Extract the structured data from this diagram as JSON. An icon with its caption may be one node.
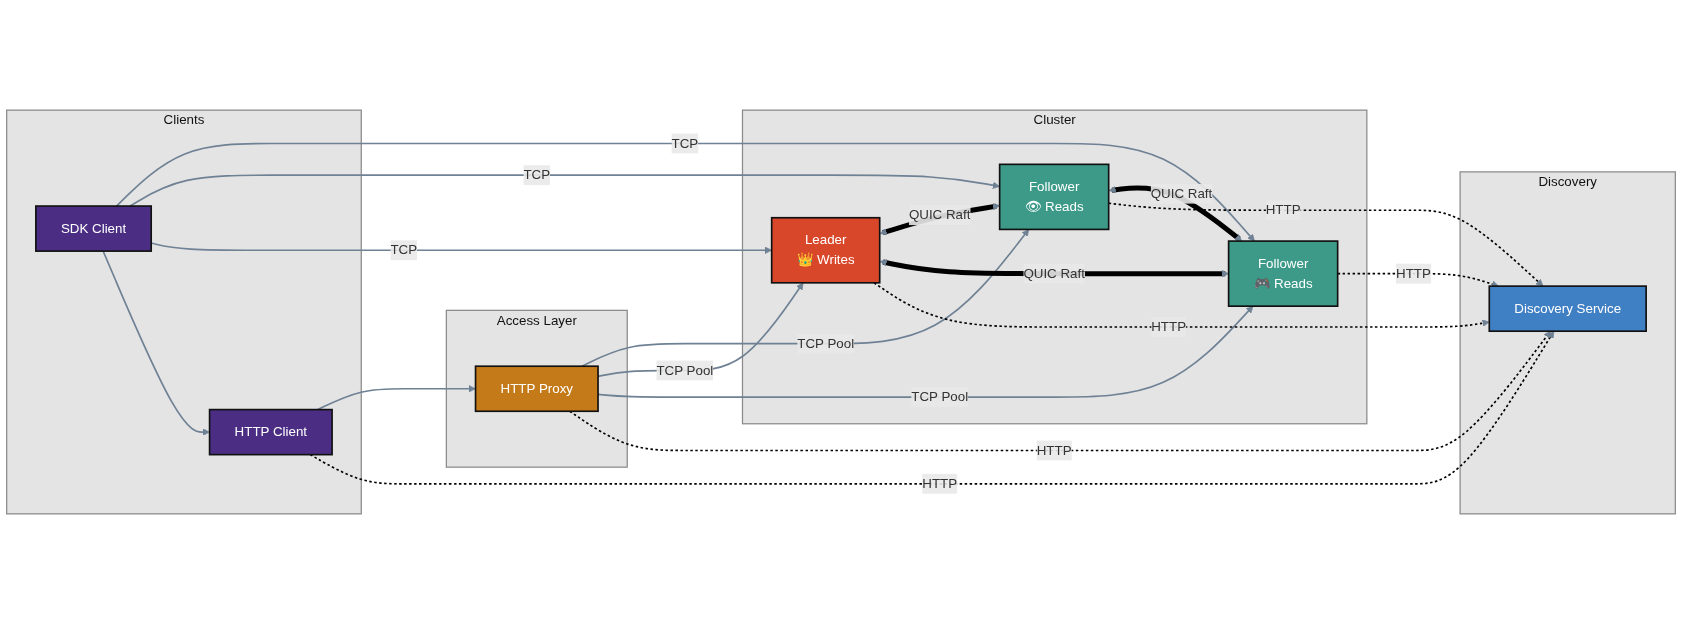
{
  "diagram": {
    "nodes": [
      {
        "text": [
          "Clients"
        ]
      },
      {
        "text": [
          "SDK Client"
        ],
        "in": 0
      },
      {
        "text": [
          "HTTP Client"
        ],
        "in": 0
      },
      {
        "text": [
          "Access Layer"
        ]
      },
      {
        "text": [
          "HTTP Proxy"
        ],
        "in": 3
      },
      {
        "text": [
          "Cluster"
        ]
      },
      {
        "text": [
          "Leader",
          "👑 Writes"
        ],
        "in": 5
      },
      {
        "text": [
          "Follower",
          "👁 Reads"
        ],
        "in": 5
      },
      {
        "text": [
          "Follower",
          "🎮 Reads"
        ],
        "in": 5
      },
      {
        "text": [
          "Discovery"
        ]
      },
      {
        "text": [
          "Discovery Service"
        ],
        "in": 9
      }
    ],
    "edges": [
      {
        "from": 1,
        "to": 8,
        "arrow": "to",
        "label": "TCP"
      },
      {
        "from": 1,
        "to": 7,
        "arrow": "to",
        "label": "TCP"
      },
      {
        "from": 1,
        "to": 6,
        "arrow": "to",
        "label": "TCP"
      },
      {
        "from": 1,
        "to": 2,
        "arrow": "to"
      },
      {
        "from": 2,
        "to": 4,
        "arrow": "to"
      },
      {
        "from": 4,
        "to": 7,
        "arrow": "to",
        "label": "TCP Pool"
      },
      {
        "from": 4,
        "to": 6,
        "arrow": "to",
        "label": "TCP Pool"
      },
      {
        "from": 4,
        "to": 8,
        "arrow": "to",
        "label": "TCP Pool"
      },
      {
        "from": 6,
        "to": 7,
        "arrow": "both",
        "label": "QUIC Raft",
        "style": "thick",
        "color": "#000000"
      },
      {
        "from": 6,
        "to": 8,
        "arrow": "both",
        "label": "QUIC Raft",
        "style": "thick",
        "color": "#000000"
      },
      {
        "from": 7,
        "to": 8,
        "arrow": "both",
        "label": "QUIC Raft",
        "style": "thick",
        "color": "#000000"
      },
      {
        "from": 6,
        "to": 10,
        "arrow": "to",
        "label": "HTTP",
        "style": "dashed",
        "color": "#000000"
      },
      {
        "from": 7,
        "to": 10,
        "arrow": "to",
        "label": "HTTP",
        "style": "dashed",
        "color": "#000000"
      },
      {
        "from": 8,
        "to": 10,
        "arrow": "to",
        "label": "HTTP",
        "style": "dashed",
        "color": "#000000"
      },
      {
        "from": 2,
        "to": 10,
        "arrow": "to",
        "label": "HTTP",
        "style": "dashed",
        "color": "#000000"
      },
      {
        "from": 4,
        "to": 10,
        "arrow": "to",
        "label": "HTTP",
        "style": "dashed",
        "color": "#000000"
      }
    ]
  }
}
